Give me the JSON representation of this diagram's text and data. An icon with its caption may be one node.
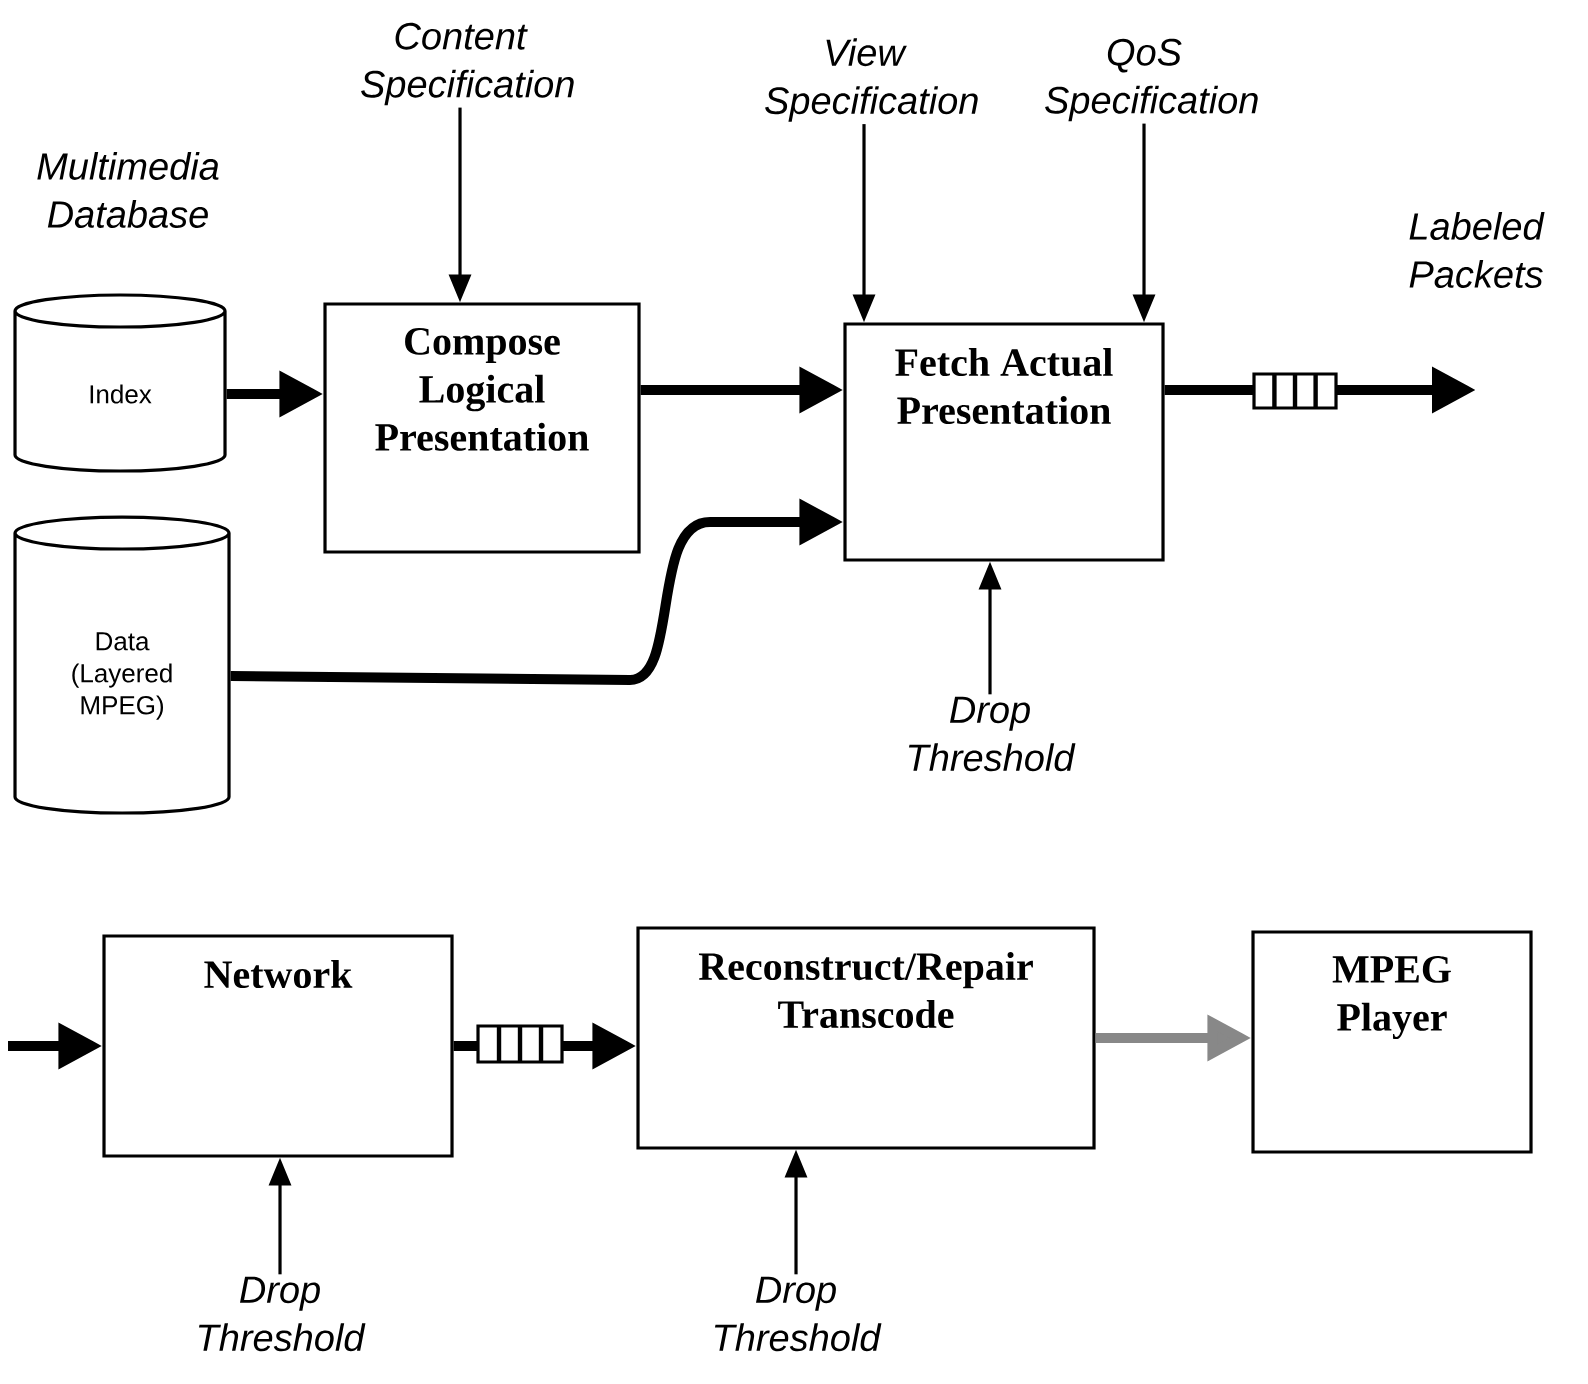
{
  "diagram": {
    "nodes": [
      {
        "text": [
          "Index"
        ]
      },
      {
        "text": [
          "Data (Layered MPEG)"
        ]
      },
      {
        "text": [
          "Compose Logical Presentation"
        ]
      },
      {
        "text": [
          "Fetch Actual Presentation"
        ]
      },
      {
        "text": [
          "Content Specification"
        ]
      },
      {
        "text": [
          "View Specification"
        ]
      },
      {
        "text": [
          "QoS Specification"
        ]
      },
      {
        "text": [
          "Drop Threshold"
        ]
      },
      {
        "text": [
          "Labeled Packets"
        ]
      },
      {
        "text": [
          "Network"
        ]
      },
      {
        "text": [
          "Reconstruct/Repair Transcode"
        ]
      },
      {
        "text": [
          "MPEG Player"
        ]
      },
      {
        "text": [
          "Drop Threshold"
        ]
      },
      {
        "text": [
          "Drop Threshold"
        ]
      }
    ],
    "edges": [
      {
        "from": 0,
        "to": 2,
        "arrow": "to"
      },
      {
        "from": 2,
        "to": 3,
        "arrow": "to"
      },
      {
        "from": 1,
        "to": 3,
        "arrow": "to"
      },
      {
        "from": 4,
        "to": 2,
        "arrow": "to"
      },
      {
        "from": 5,
        "to": 3,
        "arrow": "to"
      },
      {
        "from": 6,
        "to": 3,
        "arrow": "to"
      },
      {
        "from": 7,
        "to": 3,
        "arrow": "to"
      },
      {
        "from": 3,
        "to": 8,
        "arrow": "to"
      },
      {
        "from": null,
        "to": 9,
        "arrow": "to"
      },
      {
        "from": 9,
        "to": 10,
        "arrow": "to"
      },
      {
        "from": 10,
        "to": 11,
        "arrow": "to",
        "color": "#888888"
      },
      {
        "from": 12,
        "to": 9,
        "arrow": "to"
      },
      {
        "from": 13,
        "to": 10,
        "arrow": "to"
      }
    ],
    "labels": [
      "Multimedia Database"
    ]
  }
}
